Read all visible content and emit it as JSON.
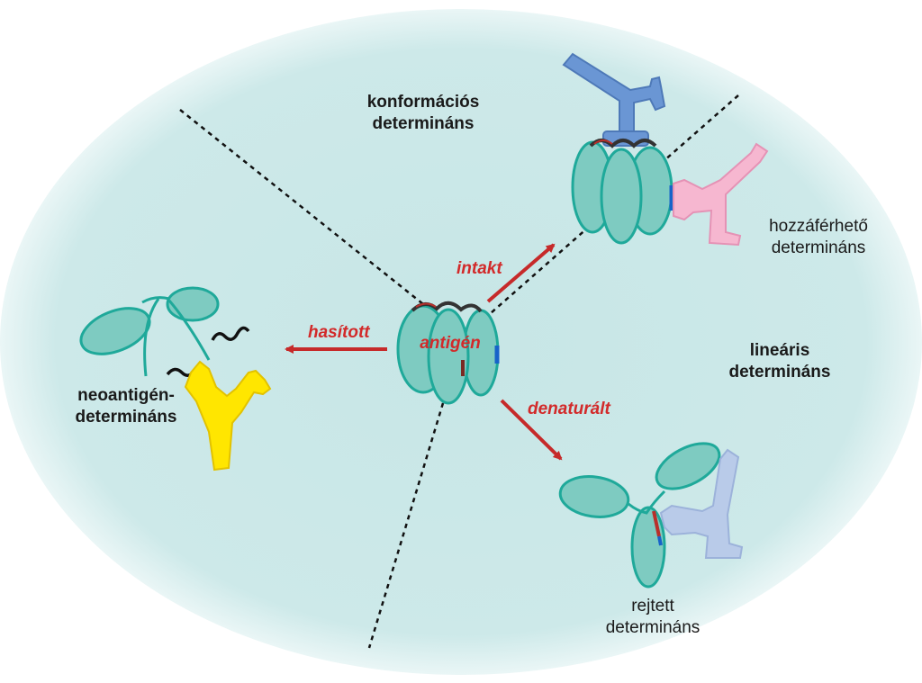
{
  "labels": {
    "conformational": [
      "konformációs",
      "determináns"
    ],
    "accessible": [
      "hozzáférhető",
      "determináns"
    ],
    "linear": [
      "lineáris",
      "determináns"
    ],
    "neoantigen": [
      "neoantigén-",
      "determináns"
    ],
    "hidden": [
      "rejtett",
      "determináns"
    ],
    "antigen": "antigén"
  },
  "arrows": {
    "intact": "intakt",
    "cleaved": "hasított",
    "denatured": "denaturált"
  },
  "colors": {
    "background_ellipse": "#cde9e9",
    "domain_fill": "#7ecbc1",
    "domain_stroke": "#1fa99a",
    "arrow_red": "#c62a2a",
    "antibody_blue": "#6a96d4",
    "antibody_pink": "#f6b7d0",
    "antibody_yellow": "#ffe600",
    "antibody_lavender": "#b9cbe9",
    "linear_epitope_blue": "#1763c9",
    "conformational_epitope_red": "#b8302b"
  }
}
